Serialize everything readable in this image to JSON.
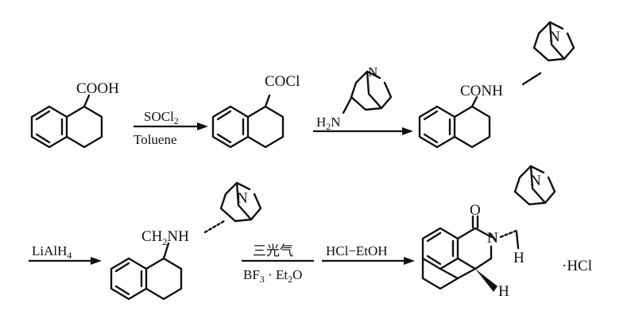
{
  "compounds": {
    "c1": {
      "group": "COOH"
    },
    "c2": {
      "group": "COCl"
    },
    "c3": {
      "group": "CONH",
      "quin_n": "N"
    },
    "c4": {
      "group_main": "CH",
      "group_sub": "2",
      "group_tail": "NH",
      "quin_n": "N"
    },
    "c5": {
      "carbonyl_o": "O",
      "amide_n": "N",
      "h_top": "H",
      "h_bottom": "H",
      "quin_n": "N",
      "salt": "·HCl"
    }
  },
  "reagents": {
    "r1": {
      "top_main": "SOCl",
      "top_sub": "2",
      "bottom": "Toluene"
    },
    "r2": {
      "amine_main": "H",
      "amine_sub": "2",
      "amine_n": "N",
      "ring_n": "N"
    },
    "r3": {
      "top_main": "LiAlH",
      "top_sub": "4"
    },
    "r4": {
      "top": "三光气",
      "bottom_a": "BF",
      "bottom_a_sub": "3",
      "bottom_b": " · Et",
      "bottom_b_sub": "2",
      "bottom_c": "O"
    },
    "r5": {
      "top": "HCl−EtOH"
    }
  },
  "colors": {
    "ink": "#111111",
    "background": "#ffffff"
  }
}
